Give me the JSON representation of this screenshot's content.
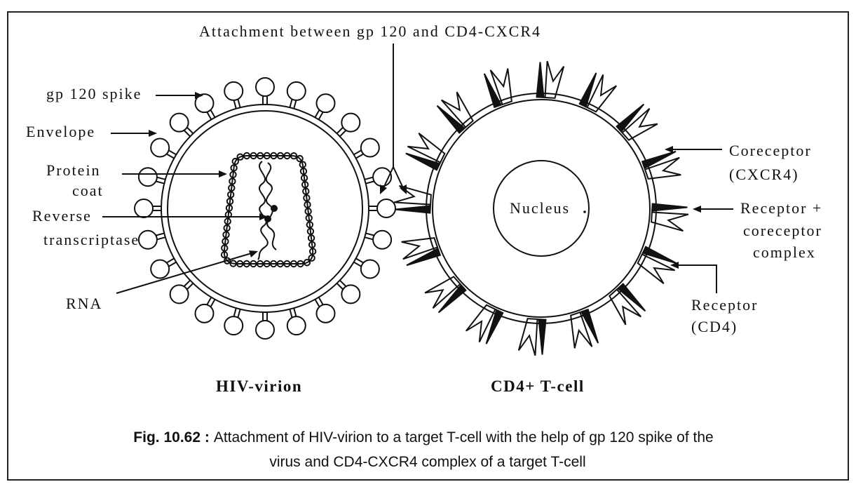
{
  "labels": {
    "attachment": "Attachment between gp 120 and CD4-CXCR4",
    "gp120_spike": "gp 120 spike",
    "envelope": "Envelope",
    "protein_line1": "Protein",
    "protein_line2": "coat",
    "reverse_line1": "Reverse",
    "reverse_line2": "transcriptase",
    "rna": "RNA",
    "nucleus": "Nucleus",
    "coreceptor_line1": "Coreceptor",
    "coreceptor_line2": "(CXCR4)",
    "complex_line1": "Receptor +",
    "complex_line2": "coreceptor",
    "complex_line3": "complex",
    "receptor_line1": "Receptor",
    "receptor_line2": "(CD4)"
  },
  "titles": {
    "virion": "HIV-virion",
    "tcell": "CD4+ T-cell"
  },
  "caption": {
    "fig_number": "Fig. 10.62 :",
    "line1_rest": "Attachment of HIV-virion to a target T-cell with the help of gp 120 spike of the",
    "line2": "virus and CD4-CXCR4 complex of a target T-cell"
  },
  "colors": {
    "ink": "#111111",
    "background": "#ffffff"
  }
}
